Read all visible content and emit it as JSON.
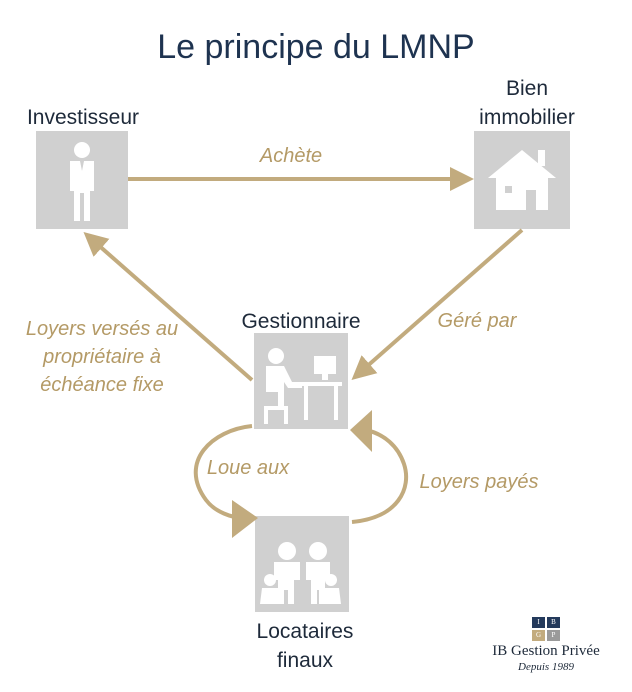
{
  "title": "Le principe du LMNP",
  "colors": {
    "arrow": "#c2ab7e",
    "edge_text": "#b49a66",
    "box": "#d0d0d0",
    "title": "#1e3350"
  },
  "nodes": {
    "investisseur": {
      "label": "Investisseur",
      "icon": "businessman-icon"
    },
    "bien": {
      "label_line1": "Bien",
      "label_line2": "immobilier",
      "icon": "house-icon"
    },
    "gestionnaire": {
      "label": "Gestionnaire",
      "icon": "person-at-computer-icon"
    },
    "locataires": {
      "label_line1": "Locataires",
      "label_line2": "finaux",
      "icon": "family-icon"
    }
  },
  "edges": {
    "achete": "Achète",
    "gere_par": "Géré par",
    "loyers_verses_1": "Loyers versés au",
    "loyers_verses_2": "propriétaire à",
    "loyers_verses_3": "échéance fixe",
    "loue_aux": "Loue aux",
    "loyers_payes": "Loyers payés"
  },
  "logo": {
    "grid_letters": [
      "I",
      "B",
      "G",
      "P"
    ],
    "name": "IB Gestion Privée",
    "tagline": "Depuis 1989"
  }
}
